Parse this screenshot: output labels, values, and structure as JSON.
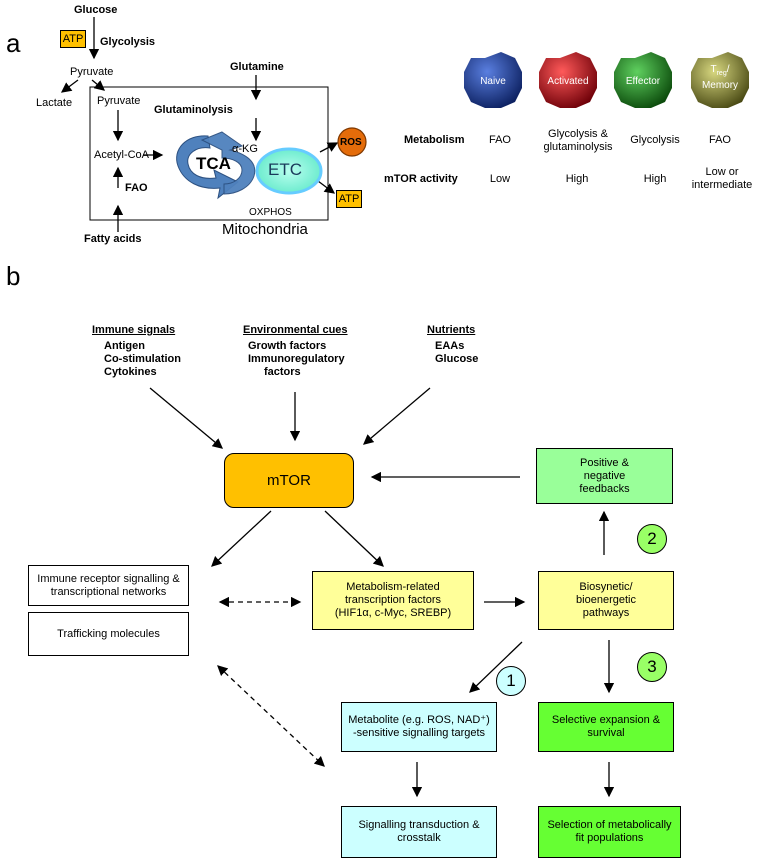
{
  "panel_a": {
    "letter": "a",
    "glucose": "Glucose",
    "atp_top": "ATP",
    "glycolysis": "Glycolysis",
    "pyruvate_outer": "Pyruvate",
    "lactate": "Lactate",
    "pyruvate_inner": "Pyruvate",
    "glutamine": "Glutamine",
    "glutaminolysis": "Glutaminolysis",
    "akg": "α-KG",
    "acetyl_coa": "Acetyl-CoA",
    "tca": "TCA",
    "etc": "ETC",
    "ros": "ROS",
    "atp_right": "ATP",
    "fao": "FAO",
    "oxphos": "OXPHOS",
    "fatty_acids": "Fatty acids",
    "mitochondria": "Mitochondria",
    "cells": [
      {
        "label": "Naive",
        "color": "#1f3f9a"
      },
      {
        "label": "Activated",
        "color": "#c0161e"
      },
      {
        "label": "Effector",
        "color": "#1e7f1e"
      },
      {
        "label_main": "T",
        "label_sub": "reg",
        "label_end": "/",
        "label_line2": "Memory",
        "color": "#8a8a2a"
      }
    ],
    "table": {
      "row1_label": "Metabolism",
      "row2_label": "mTOR activity",
      "metabolism": [
        "FAO",
        "Glycolysis & glutaminolysis",
        "Glycolysis",
        "FAO"
      ],
      "mtor_activity": [
        "Low",
        "High",
        "High",
        "Low or intermediate"
      ]
    }
  },
  "panel_b": {
    "letter": "b",
    "immune_signals": {
      "title": "Immune signals",
      "items": [
        "Antigen",
        "Co-stimulation",
        "Cytokines"
      ]
    },
    "environmental_cues": {
      "title": "Environmental cues",
      "items": [
        "Growth factors",
        "Immunoregulatory",
        "factors"
      ]
    },
    "nutrients": {
      "title": "Nutrients",
      "items": [
        "EAAs",
        "Glucose"
      ]
    },
    "mtor": "mTOR",
    "feedbacks": "Positive & negative feedbacks",
    "immune_receptor": "Immune receptor signalling & transcriptional networks",
    "trafficking": "Trafficking molecules",
    "transcription_factors_line1": "Metabolism-related transcription factors",
    "transcription_factors_line2": "(HIF1α, c-Myc, SREBP)",
    "biosynthetic": "Biosynetic/ bioenergetic pathways",
    "metabolite_line1": "Metabolite (e.g. ROS, NAD⁺)",
    "metabolite_line2": "-sensitive signalling targets",
    "selective": "Selective expansion & survival",
    "signalling": "Signalling transduction & crosstalk",
    "selection": "Selection of metabolically fit populations",
    "num1": "1",
    "num2": "2",
    "num3": "3",
    "colors": {
      "mtor": "#ffc000",
      "yellow_box": "#ffff99",
      "green_box": "#99ff99",
      "bright_green": "#66ff33",
      "cyan_box": "#ccffff",
      "num_green": "#99ff66",
      "num_cyan": "#ccffff"
    }
  }
}
